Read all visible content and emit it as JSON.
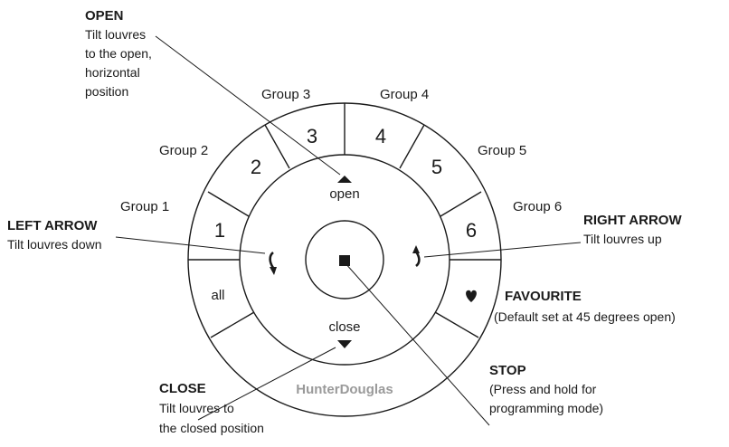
{
  "remote": {
    "brand": "HunterDouglas",
    "groups": [
      "Group 1",
      "Group 2",
      "Group 3",
      "Group 4",
      "Group 5",
      "Group 6"
    ],
    "buttons": {
      "g1": "1",
      "g2": "2",
      "g3": "3",
      "g4": "4",
      "g5": "5",
      "g6": "6",
      "all": "all"
    },
    "open_label": "open",
    "close_label": "close",
    "icons": {
      "open": "triangle-up-icon",
      "close": "triangle-down-icon",
      "stop": "stop-square-icon",
      "left": "curved-arrow-down-icon",
      "right": "curved-arrow-up-icon",
      "favourite": "heart-icon"
    }
  },
  "callouts": {
    "open": {
      "title": "OPEN",
      "lines": [
        "Tilt louvres",
        "to the open,",
        "horizontal",
        "position"
      ]
    },
    "left": {
      "title": "LEFT ARROW",
      "lines": [
        "Tilt louvres down"
      ]
    },
    "right": {
      "title": "RIGHT ARROW",
      "lines": [
        "Tilt louvres up"
      ]
    },
    "favourite": {
      "title": "FAVOURITE",
      "lines": [
        "(Default set at 45 degrees open)"
      ]
    },
    "close": {
      "title": "CLOSE",
      "lines": [
        "Tilt louvres to",
        "the closed position"
      ]
    },
    "stop": {
      "title": "STOP",
      "lines": [
        "(Press and hold for",
        "programming mode)"
      ]
    }
  }
}
